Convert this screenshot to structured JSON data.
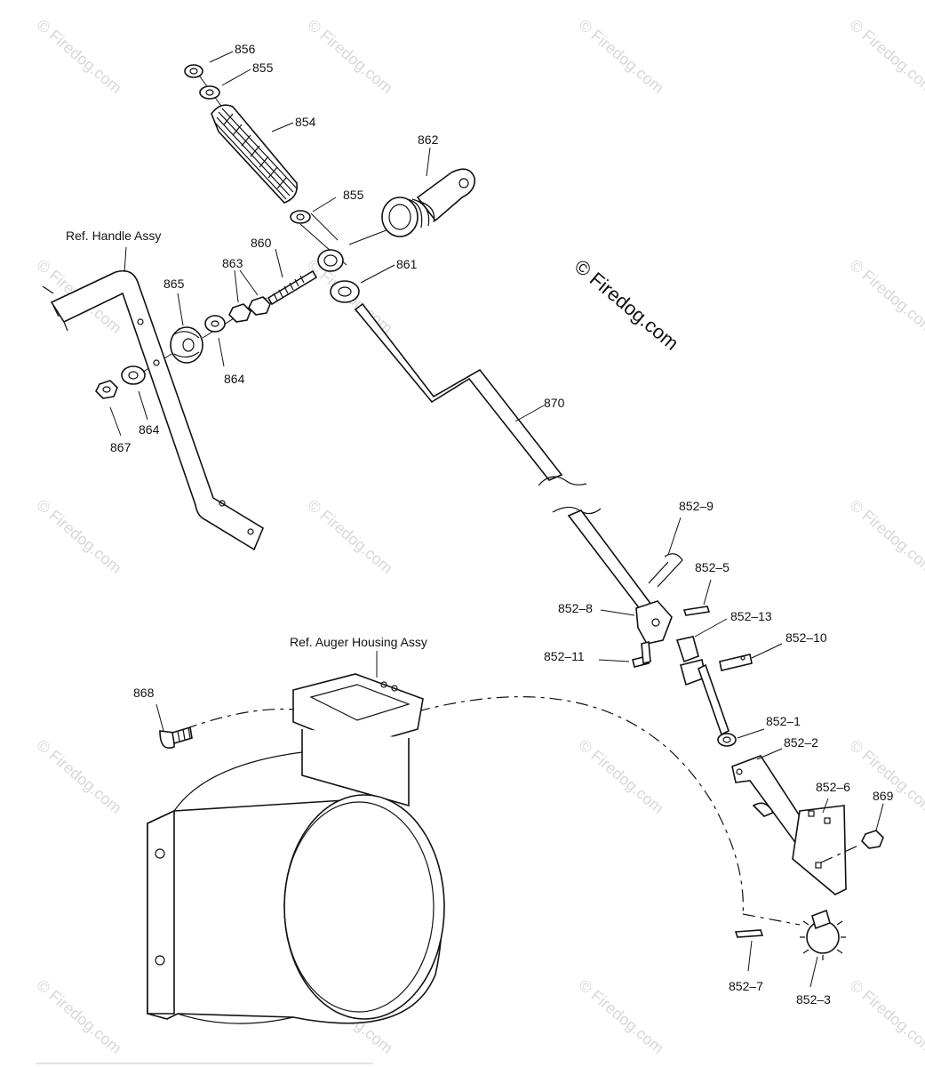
{
  "watermark": {
    "tile_text": "© Firedog.com",
    "main_text": "© Firedog.com"
  },
  "references": {
    "handle": "Ref. Handle Assy",
    "auger": "Ref. Auger Housing Assy"
  },
  "labels": {
    "p856": "856",
    "p855a": "855",
    "p854": "854",
    "p862": "862",
    "p855b": "855",
    "p860": "860",
    "p863": "863",
    "p861": "861",
    "p865": "865",
    "p864a": "864",
    "p864b": "864",
    "p867": "867",
    "p870": "870",
    "p852_9": "852–9",
    "p852_5": "852–5",
    "p852_8": "852–8",
    "p852_13": "852–13",
    "p852_10": "852–10",
    "p852_11": "852–11",
    "p868": "868",
    "p852_1": "852–1",
    "p852_2": "852–2",
    "p852_6": "852–6",
    "p869": "869",
    "p852_7": "852–7",
    "p852_3": "852–3"
  }
}
